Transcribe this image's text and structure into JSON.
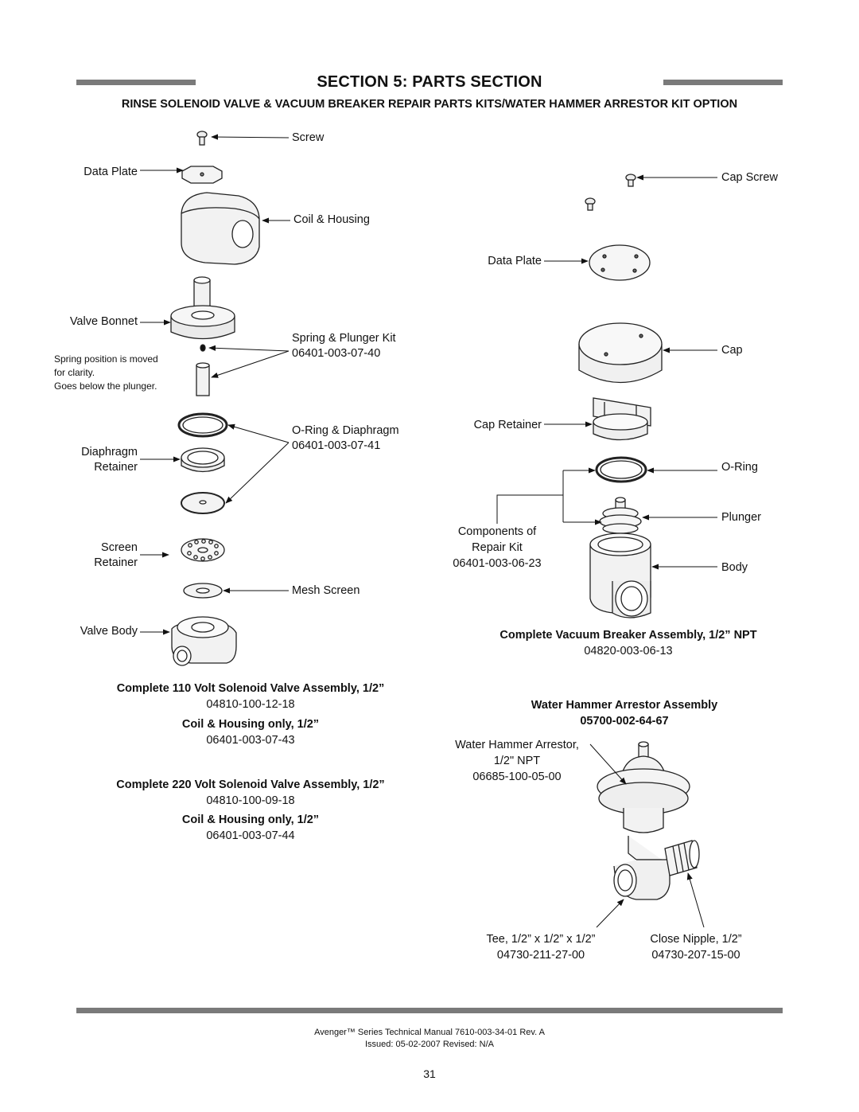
{
  "header": {
    "title": "SECTION 5: PARTS SECTION",
    "subtitle": "RINSE SOLENOID VALVE & VACUUM BREAKER REPAIR PARTS KITS/WATER HAMMER ARRESTOR KIT OPTION"
  },
  "solenoid": {
    "labels": {
      "screw": "Screw",
      "data_plate": "Data Plate",
      "coil_housing": "Coil & Housing",
      "valve_bonnet": "Valve Bonnet",
      "spring_plunger_kit": "Spring & Plunger Kit",
      "spring_plunger_part": "06401-003-07-40",
      "spring_note_1": "Spring position is moved",
      "spring_note_2": "for clarity.",
      "spring_note_3": "Goes below the plunger.",
      "oring_diaphragm": "O-Ring & Diaphragm",
      "oring_diaphragm_part": "06401-003-07-41",
      "diaphragm_1": "Diaphragm",
      "diaphragm_2": "Retainer",
      "screen_1": "Screen",
      "screen_2": "Retainer",
      "mesh_screen": "Mesh Screen",
      "valve_body": "Valve Body"
    },
    "assemblies": [
      {
        "title": "Complete 110 Volt Solenoid Valve Assembly, 1/2”",
        "part": "04810-100-12-18"
      },
      {
        "title": "Coil & Housing only, 1/2”",
        "part": "06401-003-07-43"
      },
      {
        "title": "Complete 220 Volt Solenoid Valve Assembly, 1/2”",
        "part": "04810-100-09-18"
      },
      {
        "title": "Coil & Housing only, 1/2”",
        "part": "06401-003-07-44"
      }
    ]
  },
  "vacuum_breaker": {
    "labels": {
      "cap_screw": "Cap Screw",
      "data_plate": "Data Plate",
      "cap": "Cap",
      "cap_retainer": "Cap Retainer",
      "oring": "O-Ring",
      "plunger": "Plunger",
      "body": "Body",
      "components_1": "Components of",
      "components_2": "Repair Kit",
      "components_part": "06401-003-06-23"
    },
    "assembly": {
      "title": "Complete Vacuum Breaker Assembly, 1/2” NPT",
      "part": "04820-003-06-13"
    }
  },
  "water_hammer": {
    "title": "Water Hammer Arrestor Assembly",
    "part": "05700-002-64-67",
    "arrestor_1": "Water Hammer Arrestor,",
    "arrestor_2": "1/2\" NPT",
    "arrestor_part": "06685-100-05-00",
    "tee": "Tee, 1/2” x 1/2” x 1/2”",
    "tee_part": "04730-211-27-00",
    "nipple": "Close Nipple, 1/2”",
    "nipple_part": "04730-207-15-00"
  },
  "footer": {
    "line1": "Avenger™ Series Technical Manual 7610-003-34-01 Rev. A",
    "line2": "Issued: 05-02-2007  Revised: N/A",
    "page": "31"
  }
}
